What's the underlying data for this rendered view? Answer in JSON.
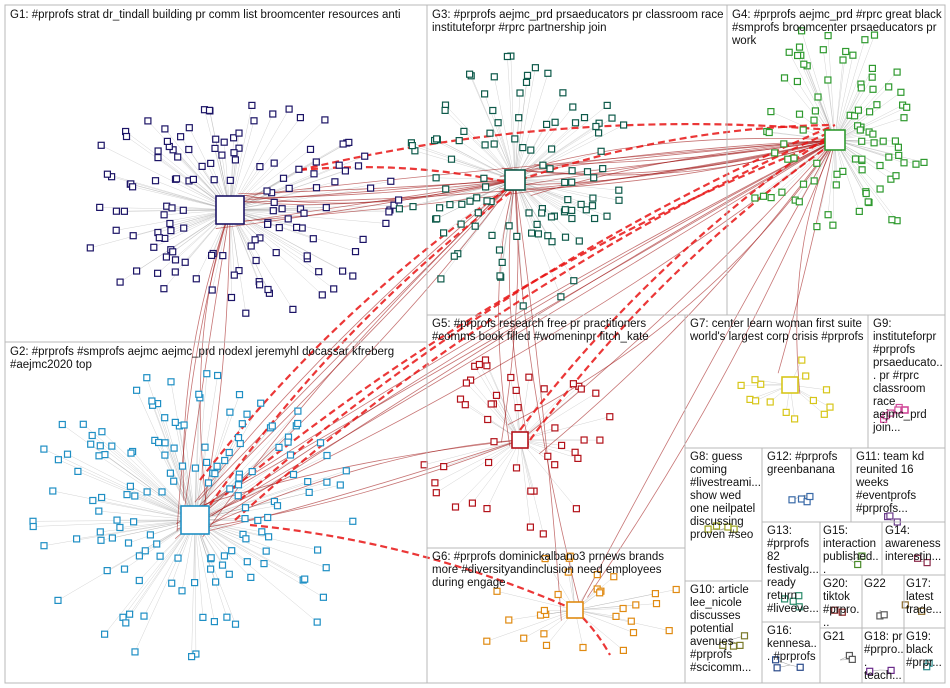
{
  "groups": [
    {
      "id": "G1",
      "label": "G1: #prprofs strat dr_tindall building pr comm list broomcenter resources anti",
      "color": "#1c1466"
    },
    {
      "id": "G2",
      "label": "G2: #prprofs #smprofs aejmc aejmc_prd nodexl jeremyhl docassar kfreberg #aejmc2020 top",
      "color": "#1f8fc4"
    },
    {
      "id": "G3",
      "label": "G3: #prprofs aejmc_prd prsaeducators pr classroom race instituteforpr #rprc partnership join",
      "color": "#0e5a4a"
    },
    {
      "id": "G4",
      "label": "G4: #prprofs aejmc_prd #rprc great black #smprofs broomcenter prsaeducators pr work",
      "color": "#2f9a2f"
    },
    {
      "id": "G5",
      "label": "G5: #prprofs research free pr practitioners #comms book filled #womeninpr fitch_kate",
      "color": "#b3121a"
    },
    {
      "id": "G6",
      "label": "G6: #prprofs dominickalbano3 prnews brands more #diversityandinclusion need employees during engage",
      "color": "#e08a12"
    },
    {
      "id": "G7",
      "label": "G7: center learn woman first suite world's largest corp crisis #prprofs",
      "color": "#d7c61a"
    },
    {
      "id": "G8",
      "label": "G8: guess coming #livestreami... show wed one neilpatel discussing proven #seo",
      "color": "#9aa11a"
    },
    {
      "id": "G9",
      "label": "G9: instituteforpr #prprofs prsaeducato... pr #rprc classroom race aejmc_prd join...",
      "color": "#d24a9a"
    },
    {
      "id": "G10",
      "label": "G10: article lee_nicole discusses potential avenues #prprofs #scicomm...",
      "color": "#7a7a2a"
    },
    {
      "id": "G11",
      "label": "G11: team kd reunited 16 weeks #eventprofs #prprofs...",
      "color": "#6a3a8a"
    },
    {
      "id": "G12",
      "label": "G12: #prprofs greenbanana",
      "color": "#3a6aa8"
    },
    {
      "id": "G13",
      "label": "G13: #prprofs 82 festivalg... ready return #liveeve...",
      "color": "#2a8a6a"
    },
    {
      "id": "G14",
      "label": "G14: awareness interestin...",
      "color": "#8a2a4a"
    },
    {
      "id": "G15",
      "label": "G15: interaction published...",
      "color": "#4a8a2a"
    },
    {
      "id": "G16",
      "label": "G16: kennesa... #prprofs",
      "color": "#2a4a8a"
    },
    {
      "id": "G17",
      "label": "G17: latest trade...",
      "color": "#8a6a2a"
    },
    {
      "id": "G18",
      "label": "G18: pr #prpro... teach...",
      "color": "#6a2a8a"
    },
    {
      "id": "G19",
      "label": "G19: black #prpr...",
      "color": "#2a8a8a"
    },
    {
      "id": "G20",
      "label": "G20: tiktok #prpro...",
      "color": "#8a2a2a"
    },
    {
      "id": "G21",
      "label": "G21",
      "color": "#5a5a5a"
    },
    {
      "id": "G22",
      "label": "G22",
      "color": "#5a5a5a"
    }
  ],
  "colors": {
    "edge": "#9a9a9a",
    "edge_strong": "#a01818",
    "edge_highlight": "#e81414",
    "box_border": "#b8b8b8"
  }
}
